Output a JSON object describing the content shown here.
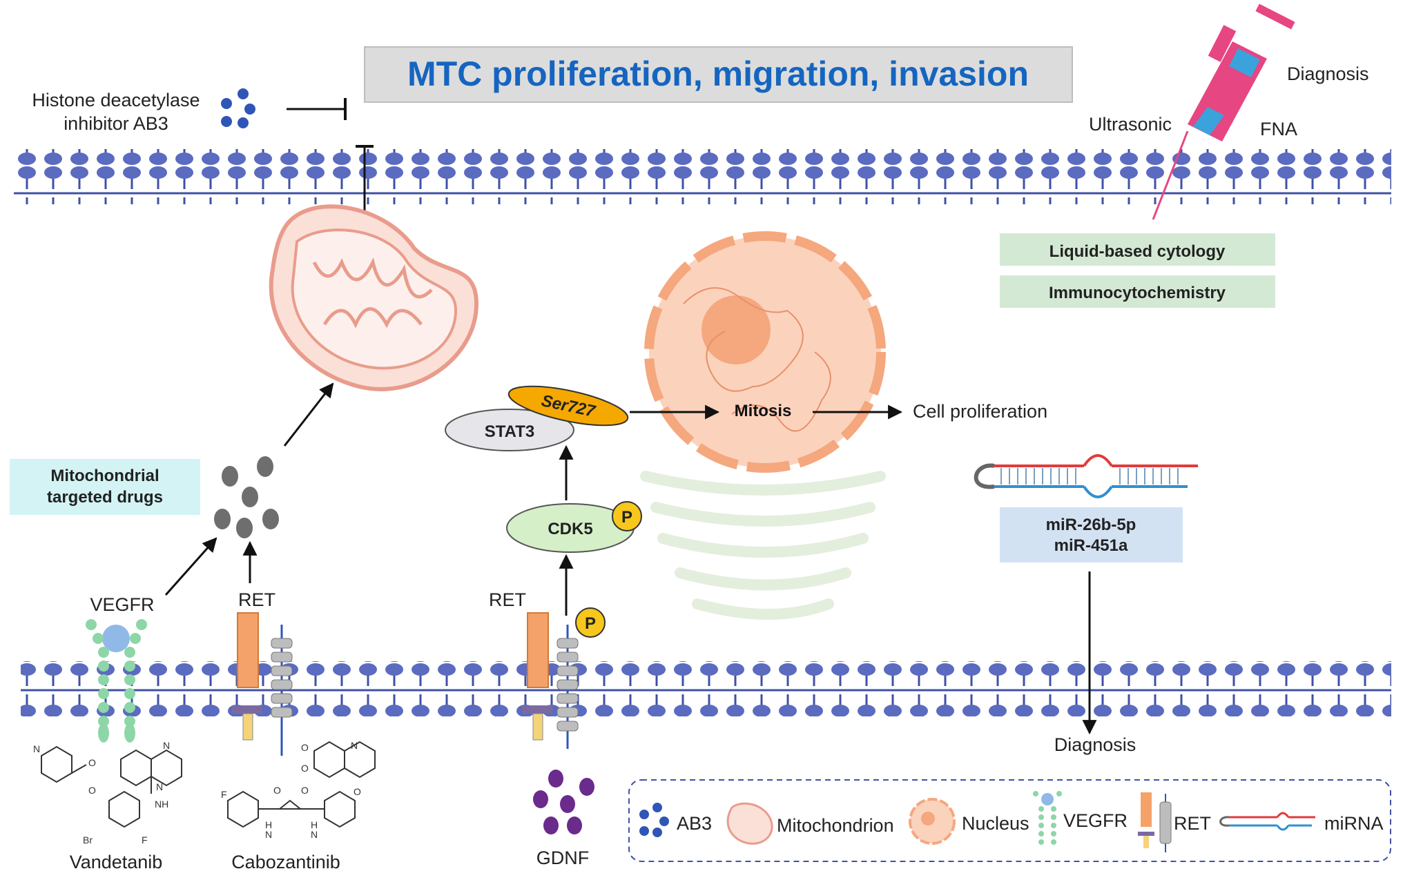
{
  "title": "MTC proliferation, migration, invasion",
  "labels": {
    "inhibitor_line1": "Histone deacetylase",
    "inhibitor_line2": "inhibitor AB3",
    "diagnosis_top": "Diagnosis",
    "ultrasonic": "Ultrasonic",
    "fna": "FNA",
    "liquid_cytology": "Liquid-based cytology",
    "immunocytochemistry": "Immunocytochemistry",
    "mito_drugs_line1": "Mitochondrial",
    "mito_drugs_line2": "targeted drugs",
    "ser727": "Ser727",
    "stat3": "STAT3",
    "mitosis": "Mitosis",
    "cell_proliferation": "Cell proliferation",
    "cdk5": "CDK5",
    "phospho": "P",
    "vegfr": "VEGFR",
    "ret_left": "RET",
    "ret_mid": "RET",
    "mirna_line1": "miR-26b-5p",
    "mirna_line2": "miR-451a",
    "diagnosis_bottom": "Diagnosis",
    "vandetanib": "Vandetanib",
    "cabozantinib": "Cabozantinib",
    "gdnf": "GDNF",
    "vandetanib_atoms": {
      "n1": "N",
      "o1": "O",
      "o2": "O",
      "n2": "N",
      "n3": "N",
      "nh": "NH",
      "br": "Br",
      "f": "F"
    },
    "cabozantinib_atoms": {
      "o1": "O",
      "o2": "O",
      "n": "N",
      "o3": "O",
      "f": "F",
      "o4": "O",
      "o5": "O",
      "h1": "H",
      "n1": "N",
      "h2": "H",
      "n2": "N"
    }
  },
  "legend": {
    "ab3": "AB3",
    "mitochondrion": "Mitochondrion",
    "nucleus": "Nucleus",
    "vegfr": "VEGFR",
    "ret": "RET",
    "mirna": "miRNA"
  },
  "colors": {
    "title_text": "#1565c0",
    "title_box": "#dcdcdc",
    "membrane": "#3f51a5",
    "mito_fill": "#fbe0d8",
    "mito_stroke": "#e99c8c",
    "nucleus": "#f5a77e",
    "ab3_star": "#2f56b6",
    "ser727": "#f5a800",
    "stat3": "#e6e6ea",
    "cdk5": "#d5efc9",
    "phospho": "#f7c71b",
    "green_box": "#d4e9d3",
    "cyan_box": "#d4f3f4",
    "blue_box": "#d3e2f3",
    "gdnf": "#6a2b8c",
    "vegfr": "#8dd6a7",
    "ret_orange": "#f4a26a",
    "syringe": "#e64682"
  }
}
